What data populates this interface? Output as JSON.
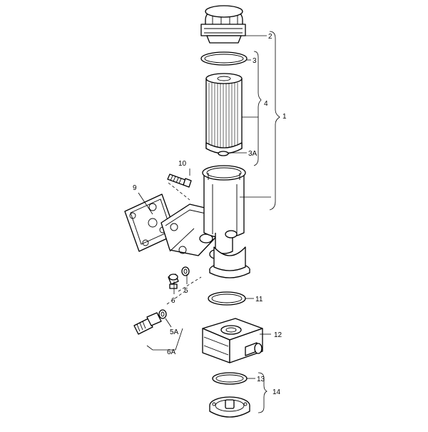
{
  "diagram": {
    "callouts": {
      "c1": "1",
      "c2": "2",
      "c3": "3",
      "c3a": "3A",
      "c4": "4",
      "c5": "5",
      "c5a": "5A",
      "c6": "6",
      "c6a": "6A",
      "c9": "9",
      "c10": "10",
      "c11": "11",
      "c12": "12",
      "c13": "13",
      "c14": "14"
    }
  }
}
